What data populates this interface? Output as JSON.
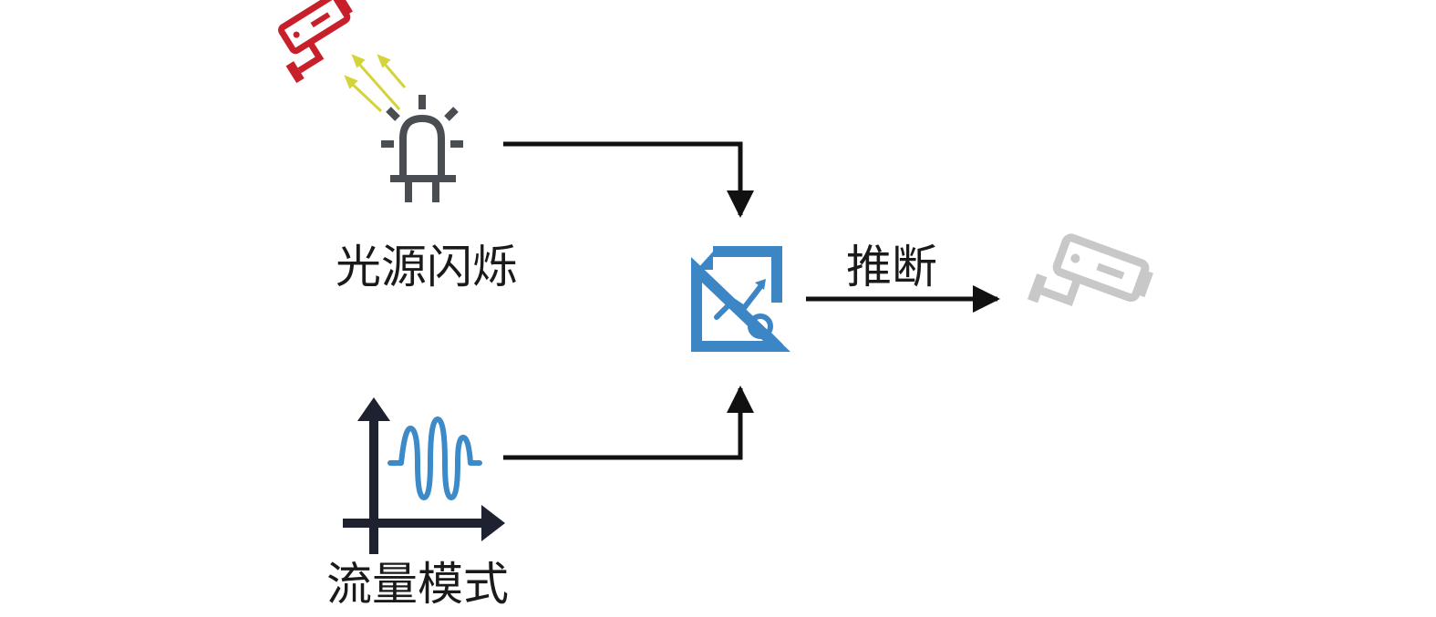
{
  "labels": {
    "light_flicker": "光源闪烁",
    "traffic_pattern": "流量模式",
    "inference": "推断"
  },
  "icons": {
    "attacker_camera": "camera-icon",
    "light_source": "warning-light-icon",
    "traffic_graph": "waveform-graph-icon",
    "analysis": "report-analysis-icon",
    "target_camera": "camera-icon"
  },
  "colors": {
    "attacker_camera": "#c8202a",
    "light_rays": "#d4d43a",
    "light_source": "#4a4d52",
    "traffic_axes": "#1e2230",
    "traffic_wave": "#3d8ac8",
    "analysis": "#3d86c6",
    "target_camera": "#c8c8c8",
    "arrows": "#111111"
  }
}
